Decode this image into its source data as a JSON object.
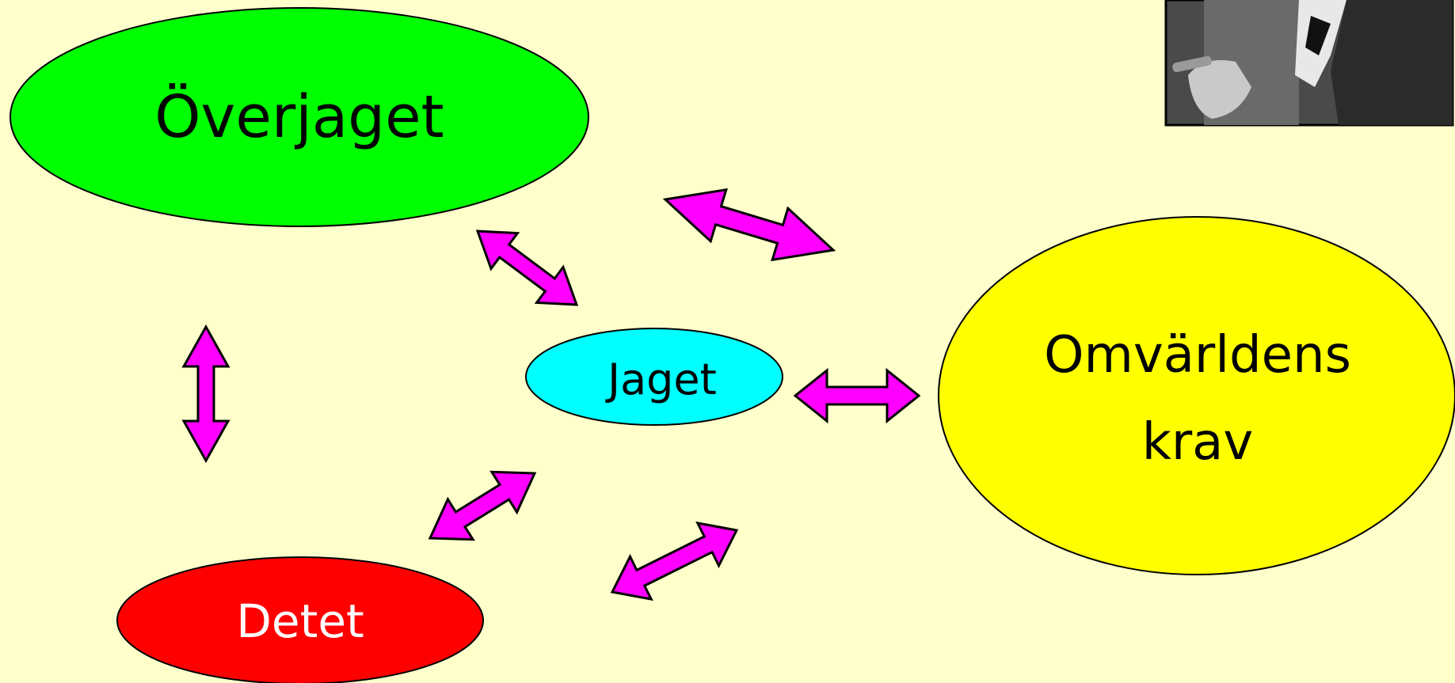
{
  "diagram": {
    "nodes": {
      "superego": {
        "label": "Överjaget",
        "color": "#00ff00"
      },
      "ego": {
        "label": "Jaget",
        "color": "#00ffff"
      },
      "id": {
        "label": "Detet",
        "color": "#ff0000"
      },
      "world": {
        "label_line1": "Omvärldens",
        "label_line2": "krav",
        "color": "#ffff00"
      }
    },
    "arrow_color": "#ff00ff",
    "background": "#ffffcc",
    "photo": {
      "icon": "portrait-photo"
    }
  }
}
